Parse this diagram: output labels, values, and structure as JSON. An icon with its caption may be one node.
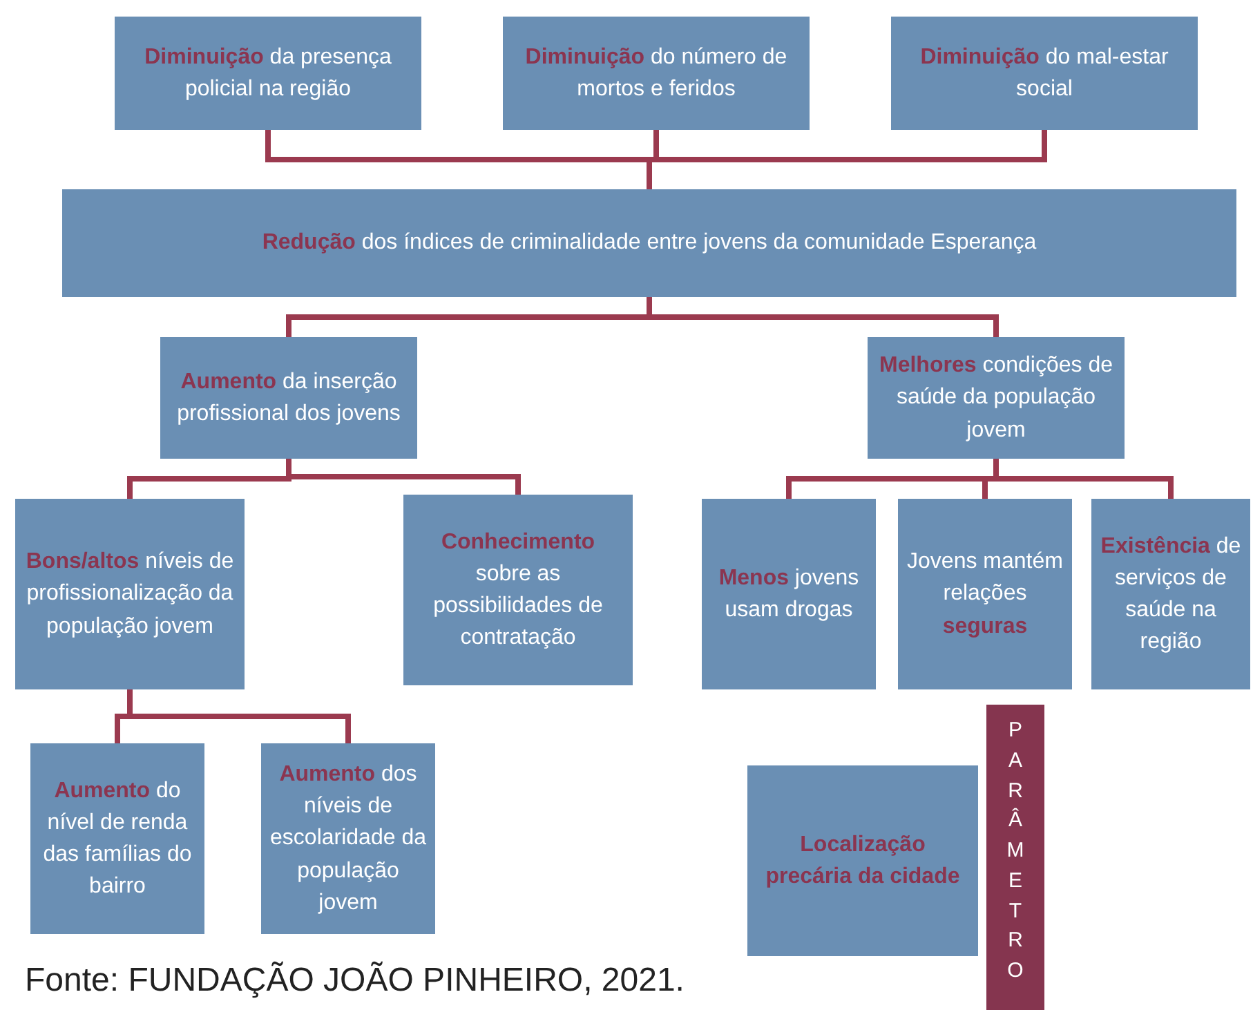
{
  "diagram": {
    "caption": "Fonte: FUNDAÇÃO JOÃO PINHEIRO, 2021.",
    "nodes": [
      {
        "text": [
          "**Diminuição** da presença policial na região"
        ]
      },
      {
        "text": [
          "**Diminuição** do número de mortos e feridos"
        ]
      },
      {
        "text": [
          "**Diminuição** do mal-estar social"
        ]
      },
      {
        "text": [
          "**Redução** dos índices de criminalidade entre jovens da comunidade Esperança"
        ]
      },
      {
        "text": [
          "**Aumento** da inserção profissional dos jovens"
        ]
      },
      {
        "text": [
          "**Melhores** condições de saúde da população jovem"
        ]
      },
      {
        "text": [
          "**Bons/altos** níveis de profissionalização da população jovem"
        ]
      },
      {
        "text": [
          "**Conhecimento** sobre as possibilidades de contratação"
        ]
      },
      {
        "text": [
          "**Menos** jovens usam drogas"
        ]
      },
      {
        "text": [
          "Jovens mantém relações **seguras**"
        ]
      },
      {
        "text": [
          "**Existência** de serviços de saúde na região"
        ]
      },
      {
        "text": [
          "**Aumento** do nível de renda das famílias do bairro"
        ]
      },
      {
        "text": [
          "**Aumento** dos níveis de escolaridade da população jovem"
        ]
      },
      {
        "text": [
          "Localização precária da cidade"
        ]
      },
      {
        "text": [
          "PARÂMETRO"
        ]
      }
    ],
    "edges": [
      {
        "from": 0,
        "to": 3,
        "arrow": "none"
      },
      {
        "from": 1,
        "to": 3,
        "arrow": "none"
      },
      {
        "from": 2,
        "to": 3,
        "arrow": "none"
      },
      {
        "from": 3,
        "to": 4,
        "arrow": "none"
      },
      {
        "from": 3,
        "to": 5,
        "arrow": "none"
      },
      {
        "from": 4,
        "to": 6,
        "arrow": "none"
      },
      {
        "from": 4,
        "to": 7,
        "arrow": "none"
      },
      {
        "from": 5,
        "to": 8,
        "arrow": "none"
      },
      {
        "from": 5,
        "to": 9,
        "arrow": "none"
      },
      {
        "from": 5,
        "to": 10,
        "arrow": "none"
      },
      {
        "from": 6,
        "to": 11,
        "arrow": "none"
      },
      {
        "from": 6,
        "to": 12,
        "arrow": "none"
      }
    ]
  }
}
